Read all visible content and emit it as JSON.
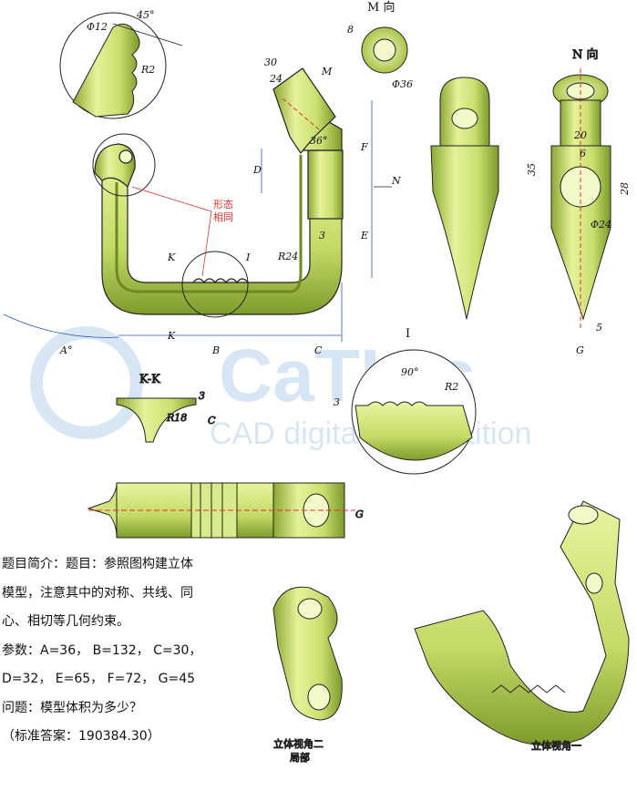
{
  "views": {
    "m_view_label": "M 向",
    "n_view_label": "N 向",
    "detail_i_label": "I",
    "kk_label": "K-K"
  },
  "dimensions": {
    "d12": "Φ12",
    "a45": "45°",
    "r2": "R2",
    "d30": "30",
    "d24": "24",
    "m": "M",
    "a36": "36°",
    "f": "F",
    "d_label": "D",
    "e": "E",
    "n": "N",
    "r24": "R24",
    "d3": "3",
    "k1": "K",
    "k2": "K",
    "i": "I",
    "a": "A°",
    "b": "B",
    "c": "C",
    "d8": "8",
    "d36": "Φ36",
    "d20": "20",
    "d6": "6",
    "d35": "35",
    "d28": "28",
    "d24b": "Φ24",
    "d5": "5",
    "g": "G",
    "a90": "90°",
    "d3b": "3",
    "r2b": "R2",
    "r18": "R18",
    "d3c": "3",
    "c2": "C",
    "g2": "G"
  },
  "annotation": {
    "shape_same": "形态\n相同",
    "shape_line1": "形态",
    "shape_line2": "相同"
  },
  "watermark": {
    "brand": "CaTICs",
    "sub": "CAD digital competition"
  },
  "problem": {
    "line1": "题目简介：题目：参照图构建立体",
    "line2": "模型，注意其中的对称、共线、同",
    "line3": "心、相切等几何约束。",
    "line4": "参数：A=36，  B=132，  C=30，",
    "line5": "D=32，  E=65，  F=72，  G=45",
    "line6": "问题：模型体积为多少？",
    "line7": "（标准答案：190384.30）"
  },
  "captions": {
    "view2_line1": "立体视角二",
    "view2_line2": "局部",
    "view1": "立体视角一"
  },
  "colors": {
    "body": "#cfe47a",
    "shade": "#8aa832",
    "dark": "#5d7420",
    "dim_blue": "#2a55c8",
    "red": "#e0302a"
  }
}
